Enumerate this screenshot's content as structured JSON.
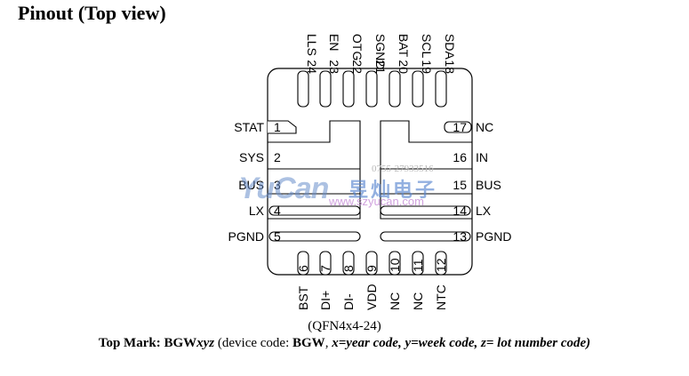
{
  "heading": "Pinout (Top view)",
  "package": {
    "label": "(QFN4x4-24)",
    "pins": [
      {
        "num": "1",
        "name": "STAT"
      },
      {
        "num": "2",
        "name": "SYS"
      },
      {
        "num": "3",
        "name": "BUS"
      },
      {
        "num": "4",
        "name": "LX"
      },
      {
        "num": "5",
        "name": "PGND"
      },
      {
        "num": "6",
        "name": "BST"
      },
      {
        "num": "7",
        "name": "DI+"
      },
      {
        "num": "8",
        "name": "DI-"
      },
      {
        "num": "9",
        "name": "VDD"
      },
      {
        "num": "10",
        "name": "NC"
      },
      {
        "num": "11",
        "name": "NC"
      },
      {
        "num": "12",
        "name": "NTC"
      },
      {
        "num": "13",
        "name": "PGND"
      },
      {
        "num": "14",
        "name": "LX"
      },
      {
        "num": "15",
        "name": "BUS"
      },
      {
        "num": "16",
        "name": "IN"
      },
      {
        "num": "17",
        "name": "NC"
      },
      {
        "num": "18",
        "name": "SDA"
      },
      {
        "num": "19",
        "name": "SCL"
      },
      {
        "num": "20",
        "name": "BAT"
      },
      {
        "num": "21",
        "name": "SGND"
      },
      {
        "num": "22",
        "name": "OTG"
      },
      {
        "num": "23",
        "name": "EN"
      },
      {
        "num": "24",
        "name": "LLS"
      }
    ]
  },
  "top_mark": {
    "label": "Top Mark:",
    "code": "BGW",
    "code_suffix": "xyz",
    "desc_prefix": "(device code:",
    "device_code": "BGW",
    "sep": ",",
    "legend": "x=year code, y=week code, z= lot number code)"
  },
  "watermark": {
    "phone": "0755-27933516",
    "brand": "YuCan",
    "cn_name": "昱灿电子",
    "site": "www.szyucan.com",
    "colors": {
      "brand": "#6a8fcc",
      "cn": "#5a86d0",
      "site": "#c58bd6",
      "phone": "#b9b9b9"
    }
  }
}
